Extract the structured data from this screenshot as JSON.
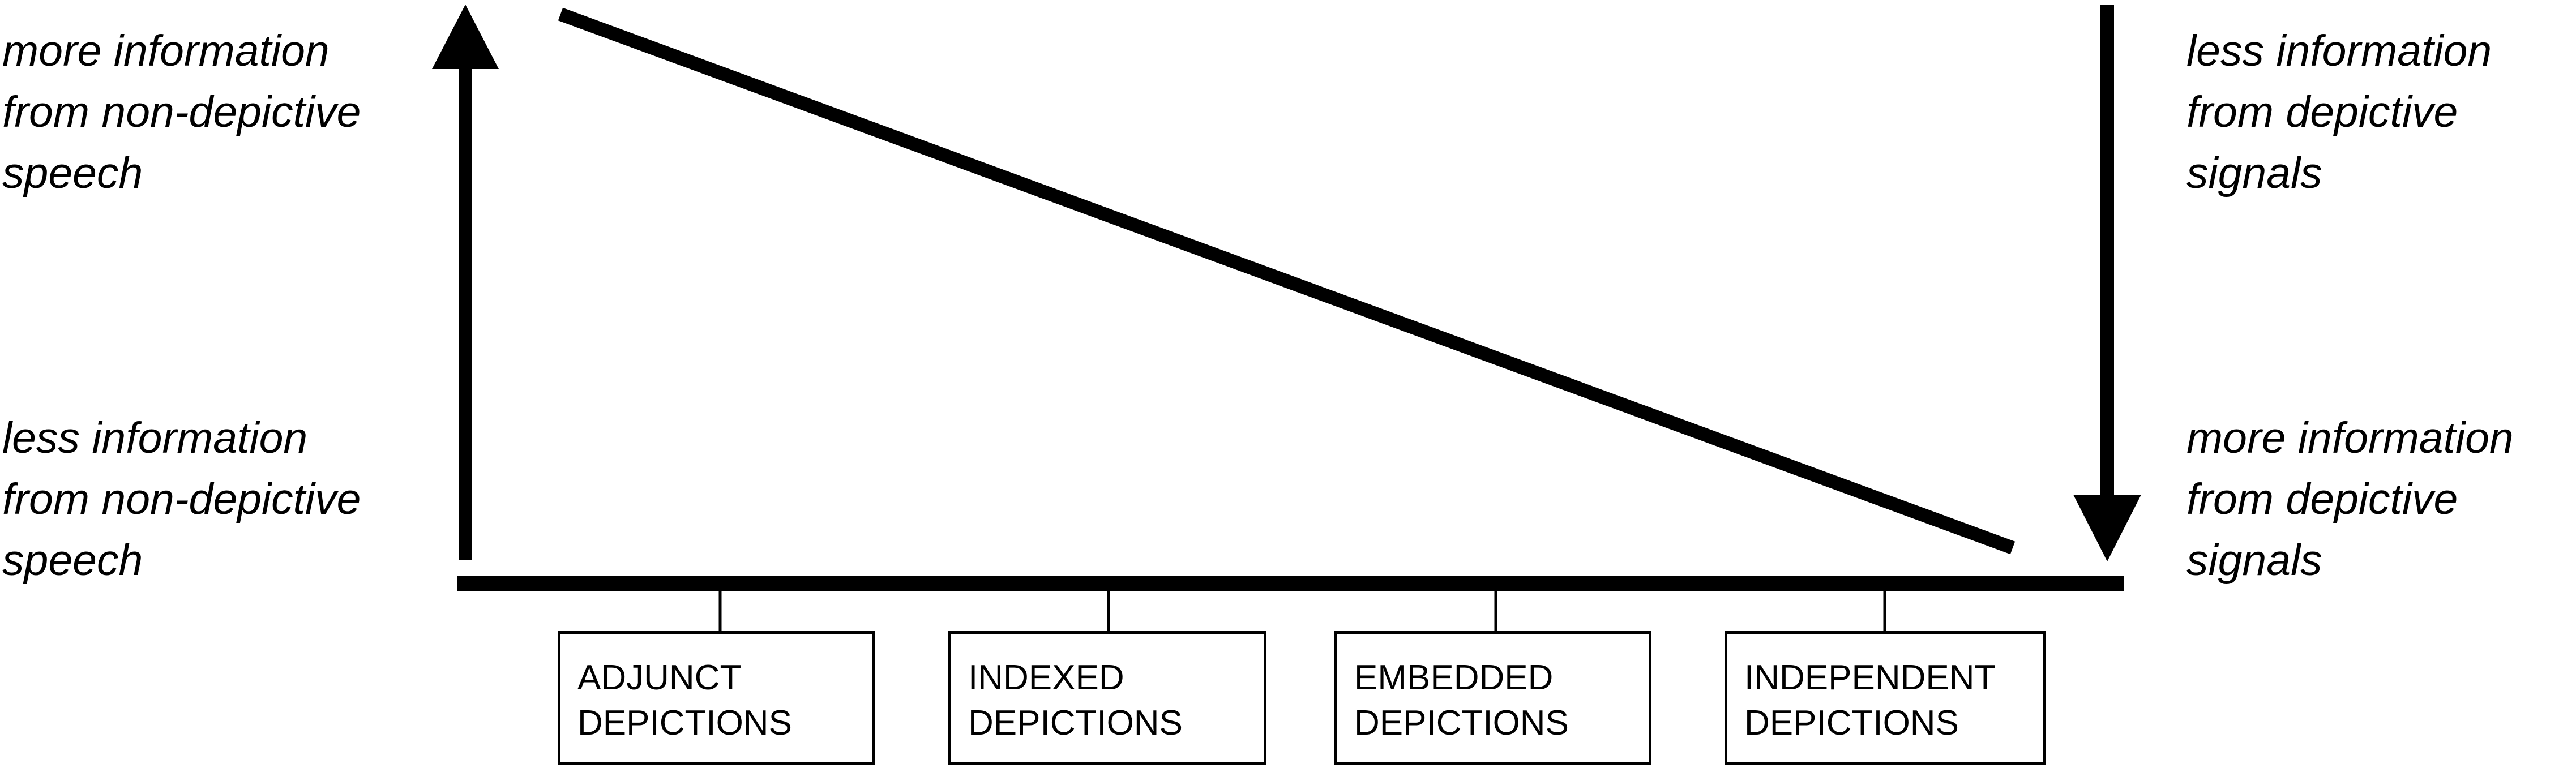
{
  "labels": {
    "left_top": [
      "more information",
      "from non-depictive",
      "speech"
    ],
    "left_bottom": [
      "less information",
      "from non-depictive",
      "speech"
    ],
    "right_top": [
      "less information",
      "from depictive",
      "signals"
    ],
    "right_bottom": [
      "more information",
      "from depictive",
      "signals"
    ]
  },
  "categories": [
    {
      "line1": "ADJUNCT",
      "line2": "DEPICTIONS"
    },
    {
      "line1": "INDEXED",
      "line2": "DEPICTIONS"
    },
    {
      "line1": "EMBEDDED",
      "line2": "DEPICTIONS"
    },
    {
      "line1": "INDEPENDENT",
      "line2": "DEPICTIONS"
    }
  ],
  "colors": {
    "ink": "#000000",
    "background": "#ffffff"
  }
}
